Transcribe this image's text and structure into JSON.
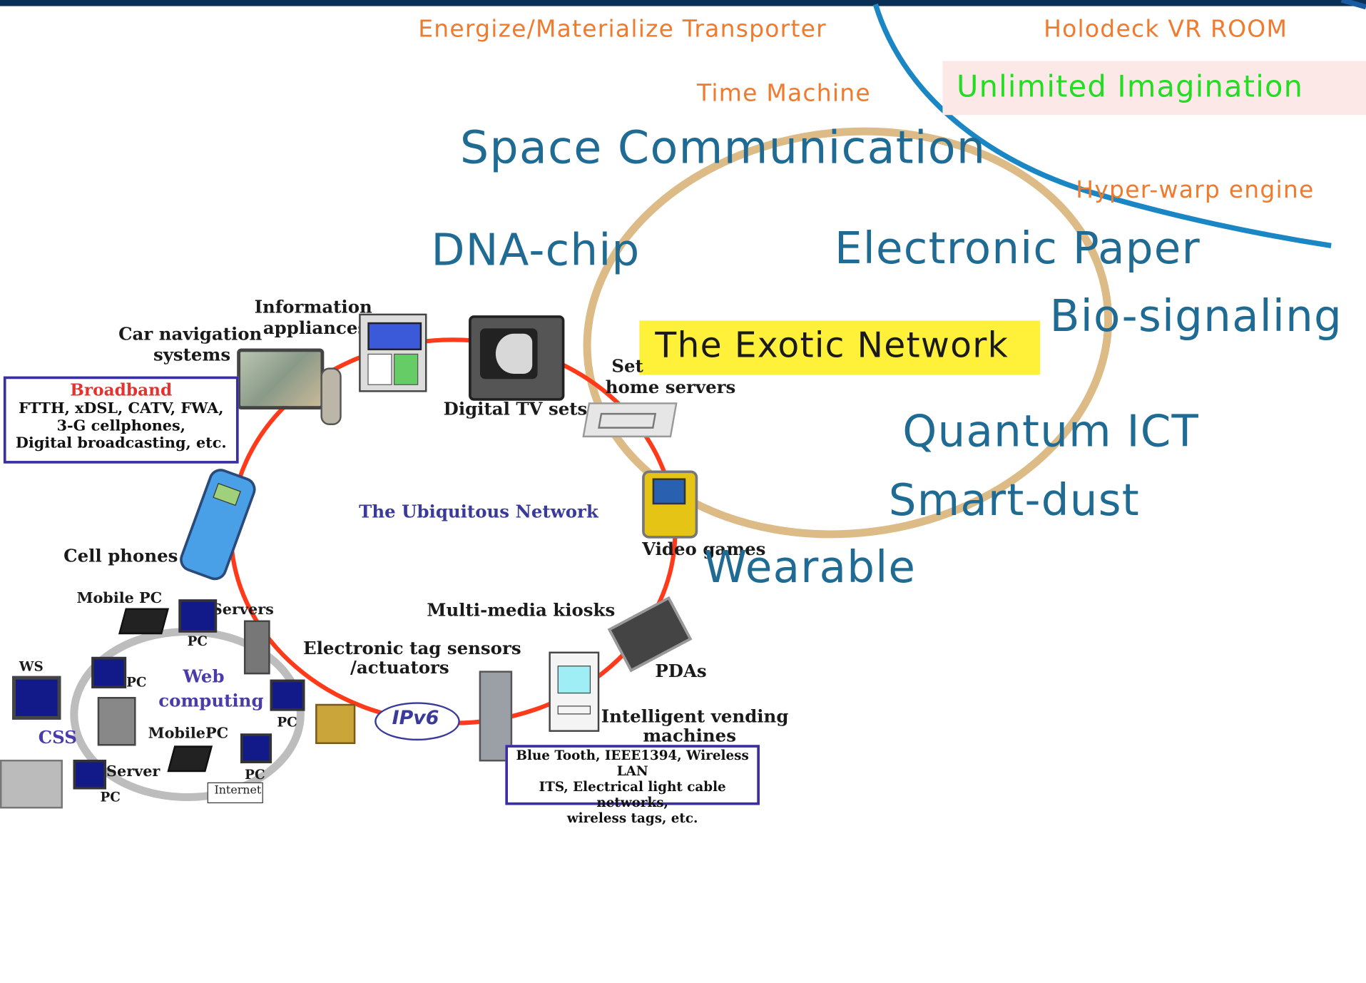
{
  "future_concepts": {
    "transporter": "Energize/Materialize Transporter",
    "holodeck": "Holodeck VR ROOM",
    "time_machine": "Time Machine",
    "unlimited": "Unlimited Imagination",
    "hyper_warp": "Hyper-warp engine"
  },
  "exotic_items": {
    "space_comm": "Space Communication",
    "dna_chip": "DNA-chip",
    "e_paper": "Electronic Paper",
    "bio_signaling": "Bio-signaling",
    "exotic_network": "The Exotic Network",
    "quantum_ict": "Quantum ICT",
    "smart_dust": "Smart-dust",
    "wearable": "Wearable"
  },
  "ubiquitous": {
    "center_label": "The Ubiquitous Network",
    "info_appliances_1": "Information",
    "info_appliances_2": "appliances",
    "car_nav_1": "Car navigation",
    "car_nav_2": "systems",
    "broadband_title": "Broadband",
    "broadband_line1": "FTTH, xDSL, CATV, FWA,",
    "broadband_line2": "3-G cellphones,",
    "broadband_line3": "Digital broadcasting, etc.",
    "digital_tv": "Digital TV sets",
    "set_top_1": "Set",
    "set_top_2": "home servers",
    "cell_phones": "Cell phones",
    "video_games": "Video games",
    "mobile_pc": "Mobile PC",
    "servers": "Servers",
    "pc1": "PC",
    "ws": "WS",
    "pc2": "PC",
    "web_computing_1": "Web",
    "web_computing_2": "computing",
    "multimedia_kiosks": "Multi-media kiosks",
    "tag_sensors_1": "Electronic tag sensors",
    "tag_sensors_2": "/actuators",
    "pdas": "PDAs",
    "pc3": "PC",
    "css": "CSS",
    "mobilepc2": "MobilePC",
    "ipv6": "IPv6",
    "vending_1": "Intelligent vending",
    "vending_2": "machines",
    "server": "Server",
    "pc4": "PC",
    "pc5": "PC",
    "internet": "Internet",
    "bt_line1": "Blue Tooth, IEEE1394, Wireless LAN",
    "bt_line2": "ITS, Electrical light cable networks,",
    "bt_line3": "wireless tags, etc."
  },
  "colors": {
    "orange_text": "#f07a2e",
    "blue_text": "#1f6b93",
    "ring_red": "#ff3a1a",
    "ellipse_tan": "#d9b47a",
    "highlight_yellow": "#fff03a",
    "green_text": "#22dd22"
  }
}
